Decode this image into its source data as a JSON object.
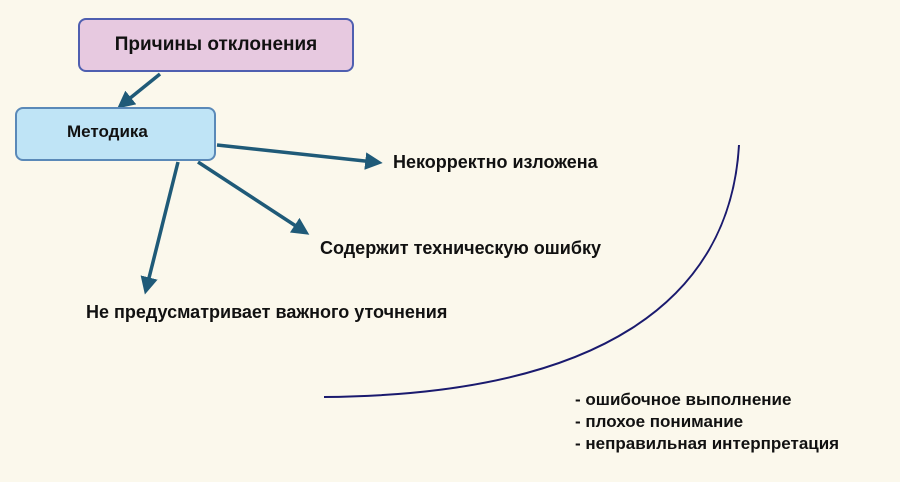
{
  "nodes": {
    "root": "Причины отклонения",
    "method": "Методика"
  },
  "outcomes": [
    "Некорректно изложена",
    "Содержит техническую ошибку",
    "Не предусматривает важного уточнения"
  ],
  "notes": [
    "- ошибочное выполнение",
    "- плохое понимание",
    "- неправильная интерпретация"
  ],
  "colors": {
    "background": "#fbf8ec",
    "root_fill": "#e7c9e0",
    "root_border": "#4f5fb0",
    "method_fill": "#bfe4f6",
    "method_border": "#5a89b8",
    "arrow": "#1f5a78",
    "arc": "#1a1a6e"
  }
}
